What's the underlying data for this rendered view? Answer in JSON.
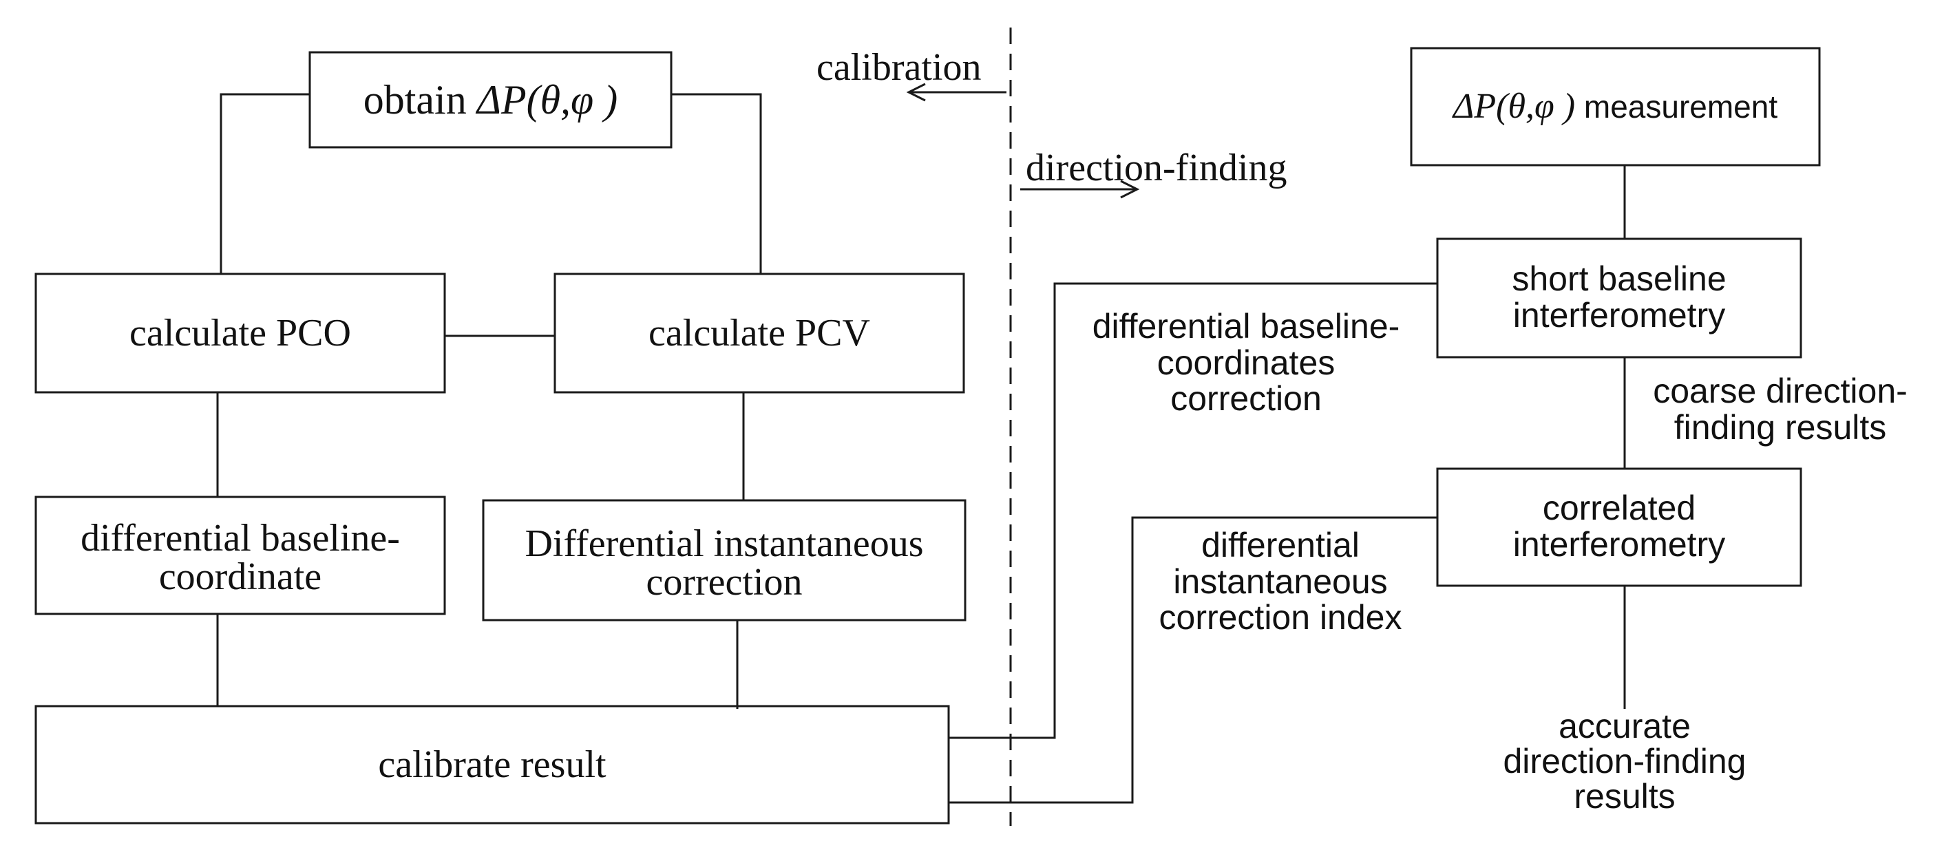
{
  "left_side": {
    "top_box": {
      "prefix": "obtain ",
      "formula": "ΔP(θ,φ )"
    },
    "pco_box": "calculate PCO",
    "pcv_box": "calculate PCV",
    "diff_baseline_box": [
      "differential baseline-",
      "coordinate"
    ],
    "diff_inst_box": [
      "Differential instantaneous",
      "correction"
    ],
    "result_box": "calibrate result"
  },
  "divider": {
    "calibration_label": "calibration",
    "direction_finding_label": "direction-finding"
  },
  "right_side": {
    "measurement_box": {
      "formula": "ΔP(θ,φ )",
      "suffix": " measurement"
    },
    "short_baseline_box": [
      "short baseline",
      "interferometry"
    ],
    "correlated_box": [
      "correlated",
      "interferometry"
    ],
    "coarse_label": [
      "coarse direction-",
      "finding results"
    ],
    "accurate_label": [
      "accurate",
      "direction-finding",
      "results"
    ],
    "diff_baseline_label": [
      "differential baseline-",
      "coordinates",
      "correction"
    ],
    "diff_inst_label": [
      "differential",
      "instantaneous",
      "correction index"
    ]
  }
}
